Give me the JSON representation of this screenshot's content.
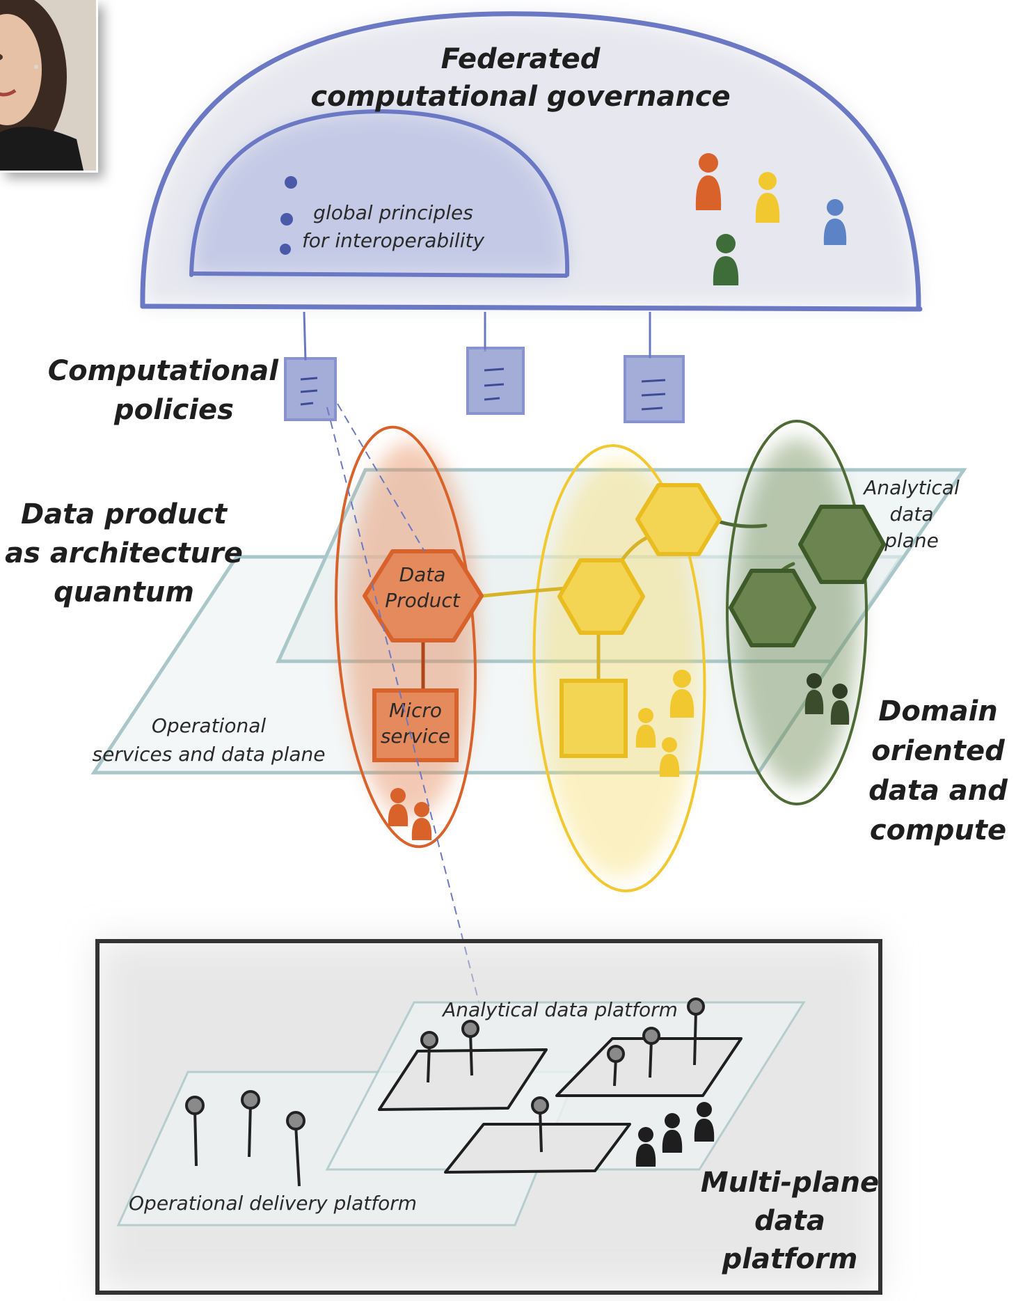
{
  "governance": {
    "title_line1": "Federated",
    "title_line2": "computational governance",
    "inner_line1": "global principles",
    "inner_line2": "for interoperability"
  },
  "policies": {
    "line1": "Computational",
    "line2": "policies"
  },
  "data_product_quantum": {
    "line1": "Data product",
    "line2": "as architecture",
    "line3": "quantum"
  },
  "analytical_plane": {
    "line1": "Analytical",
    "line2": "data",
    "line3": "plane"
  },
  "operational_plane": {
    "line1": "Operational",
    "line2": "services and data plane"
  },
  "data_product_node": {
    "line1": "Data",
    "line2": "Product"
  },
  "microservice_node": {
    "line1": "Micro",
    "line2": "service"
  },
  "domain_label": {
    "line1": "Domain",
    "line2": "oriented",
    "line3": "data and",
    "line4": "compute"
  },
  "platform": {
    "analytical_label": "Analytical data platform",
    "operational_label": "Operational delivery platform",
    "title_line1": "Multi-plane",
    "title_line2": "data",
    "title_line3": "platform"
  },
  "colors": {
    "governance_blue": "#6b78c4",
    "domain_orange": "#d9622b",
    "domain_yellow": "#f2c830",
    "domain_green": "#4e6b35",
    "plane_teal": "#a9c7c9",
    "person_blue": "#5b83c6",
    "platform_dark": "#333333"
  }
}
